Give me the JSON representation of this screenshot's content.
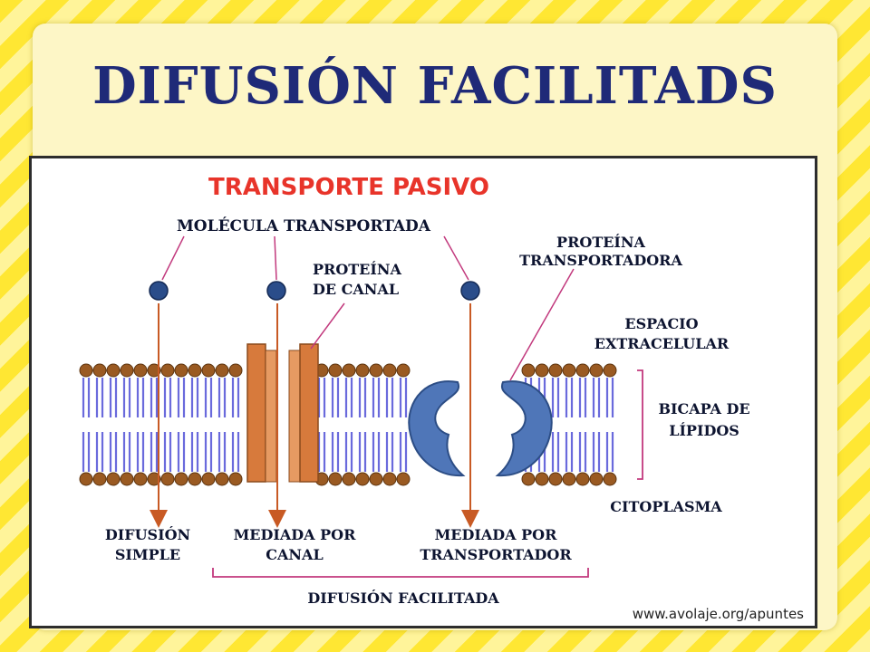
{
  "slide": {
    "title": "DIFUSIÓN FACILITADS"
  },
  "diagram": {
    "title": "TRANSPORTE PASIVO",
    "labels": {
      "molecule": "MOLÉCULA TRANSPORTADA",
      "channel_protein_1": "PROTEÍNA",
      "channel_protein_2": "DE CANAL",
      "carrier_protein_1": "PROTEÍNA",
      "carrier_protein_2": "TRANSPORTADORA",
      "extracellular_1": "ESPACIO",
      "extracellular_2": "EXTRACELULAR",
      "bilayer_1": "BICAPA DE",
      "bilayer_2": "LÍPIDOS",
      "cytoplasm": "CITOPLASMA",
      "simple_1": "DIFUSIÓN",
      "simple_2": "SIMPLE",
      "channel_mediated_1": "MEDIADA POR",
      "channel_mediated_2": "CANAL",
      "carrier_mediated_1": "MEDIADA POR",
      "carrier_mediated_2": "TRANSPORTADOR",
      "facilitated": "DIFUSIÓN FACILITADA"
    },
    "source": "www.avolaje.org/apuntes",
    "colors": {
      "title": "#e8342a",
      "arrow": "#c85a24",
      "molecule": "#2a4d8a",
      "channel": "#d77a3c",
      "carrier": "#4f76b8",
      "lipid_head": "#9a5a22",
      "lipid_tail": "#6a6adc",
      "bracket": "#c2397d"
    }
  }
}
